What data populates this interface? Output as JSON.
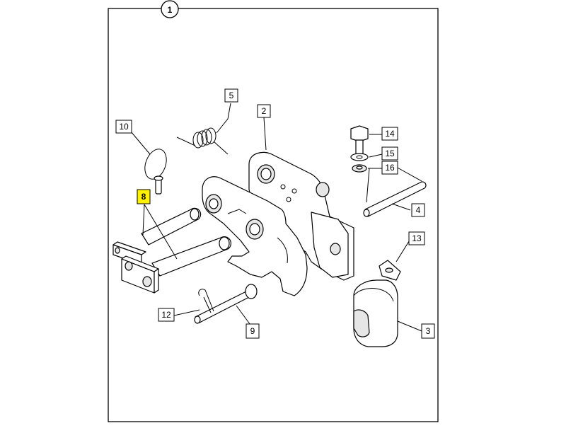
{
  "header": {
    "sheet_number": "1"
  },
  "highlight_color": "#fff200",
  "callouts": [
    {
      "label": "2",
      "highlighted": false
    },
    {
      "label": "3",
      "highlighted": false
    },
    {
      "label": "4",
      "highlighted": false
    },
    {
      "label": "5",
      "highlighted": false
    },
    {
      "label": "8",
      "highlighted": true
    },
    {
      "label": "9",
      "highlighted": false
    },
    {
      "label": "10",
      "highlighted": false
    },
    {
      "label": "12",
      "highlighted": false
    },
    {
      "label": "13",
      "highlighted": false
    },
    {
      "label": "14",
      "highlighted": false
    },
    {
      "label": "15",
      "highlighted": false
    },
    {
      "label": "16",
      "highlighted": false
    }
  ]
}
